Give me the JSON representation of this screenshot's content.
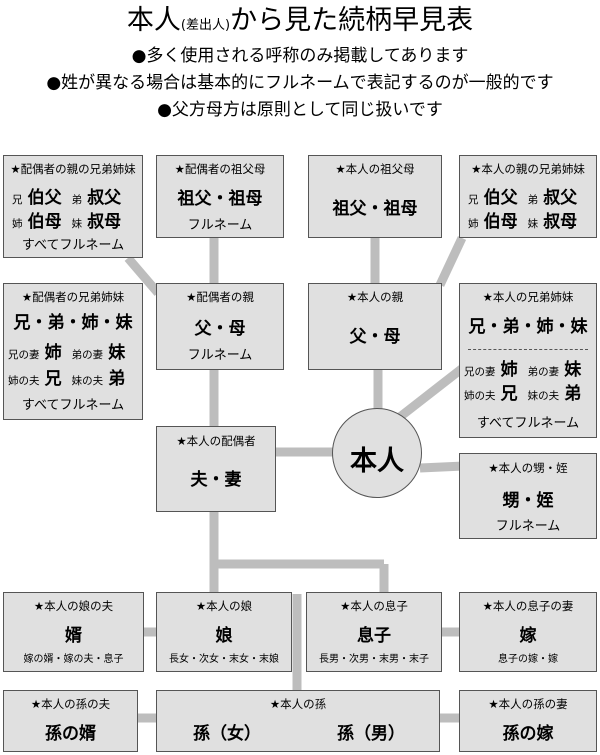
{
  "title": {
    "main_a": "本人",
    "paren": "(差出人)",
    "main_b": "から見た続柄早見表"
  },
  "notes": [
    "●多く使用される呼称のみ掲載してあります",
    "●姓が異なる場合は基本的にフルネームで表記するのが一般的です",
    "●父方母方は原則として同じ扱いです"
  ],
  "line_color": "#bdbdbd",
  "box_color": "#e0e0e0",
  "boxes": {
    "spouse_sibling_parent": {
      "header": "★配偶者の親の兄弟姉妹",
      "r1a": "兄",
      "r1b": "伯父",
      "r1c": "弟",
      "r1d": "叔父",
      "r2a": "姉",
      "r2b": "伯母",
      "r2c": "妹",
      "r2d": "叔母",
      "footer": "すべてフルネーム"
    },
    "spouse_grandparents": {
      "header": "★配偶者の祖父母",
      "main": "祖父・祖母",
      "sub": "フルネーム"
    },
    "own_grandparents": {
      "header": "★本人の祖父母",
      "main": "祖父・祖母"
    },
    "own_parent_siblings": {
      "header": "★本人の親の兄弟姉妹",
      "r1a": "兄",
      "r1b": "伯父",
      "r1c": "弟",
      "r1d": "叔父",
      "r2a": "姉",
      "r2b": "伯母",
      "r2c": "妹",
      "r2d": "叔母"
    },
    "spouse_siblings": {
      "header": "★配偶者の兄弟姉妹",
      "main": "兄・弟・姉・妹",
      "r1a": "兄の妻",
      "r1b": "姉",
      "r1c": "弟の妻",
      "r1d": "妹",
      "r2a": "姉の夫",
      "r2b": "兄",
      "r2c": "妹の夫",
      "r2d": "弟",
      "footer": "すべてフルネーム"
    },
    "spouse_parents": {
      "header": "★配偶者の親",
      "main": "父・母",
      "sub": "フルネーム"
    },
    "own_parents": {
      "header": "★本人の親",
      "main": "父・母"
    },
    "own_siblings": {
      "header": "★本人の兄弟姉妹",
      "main": "兄・弟・姉・妹",
      "r1a": "兄の妻",
      "r1b": "姉",
      "r1c": "弟の妻",
      "r1d": "妹",
      "r2a": "姉の夫",
      "r2b": "兄",
      "r2c": "妹の夫",
      "r2d": "弟",
      "footer": "すべてフルネーム"
    },
    "own_spouse": {
      "header": "★本人の配偶者",
      "main": "夫・妻"
    },
    "self": {
      "main": "本人"
    },
    "nephew_niece": {
      "header": "★本人の甥・姪",
      "main": "甥・姪",
      "sub": "フルネーム"
    },
    "daughter_husband": {
      "header": "★本人の娘の夫",
      "main": "婿",
      "sub": "嫁の婿・嫁の夫・息子"
    },
    "daughter": {
      "header": "★本人の娘",
      "main": "娘",
      "sub": "長女・次女・末女・末娘"
    },
    "son": {
      "header": "★本人の息子",
      "main": "息子",
      "sub": "長男・次男・末男・末子"
    },
    "son_wife": {
      "header": "★本人の息子の妻",
      "main": "嫁",
      "sub": "息子の嫁・嫁"
    },
    "grandchild_husband": {
      "header": "★本人の孫の夫",
      "main": "孫の婿"
    },
    "grandchild": {
      "header": "★本人の孫",
      "main_a": "孫（女）",
      "main_b": "孫（男）"
    },
    "grandchild_wife": {
      "header": "★本人の孫の妻",
      "main": "孫の嫁"
    }
  }
}
